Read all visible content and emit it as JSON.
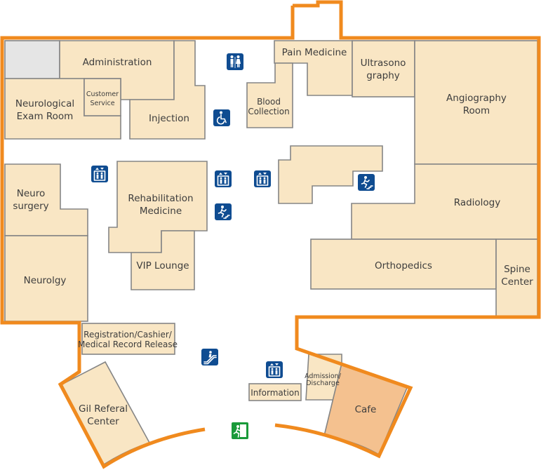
{
  "colors": {
    "outline": "#f08a1e",
    "room": "#f9e6c4",
    "highlight_room": "#f4c18f",
    "unused_room": "#e5e5e5",
    "icon_blue": "#0f4c91",
    "exit_green": "#1a9a3a"
  },
  "rooms": {
    "administration": [
      "Administration"
    ],
    "neurological_exam_room": [
      "Neurological",
      "Exam Room"
    ],
    "customer_service": [
      "Customer",
      "Service"
    ],
    "injection": [
      "Injection"
    ],
    "pain_medicine": [
      "Pain Medicine"
    ],
    "ultrasonography": [
      "Ultrasono",
      "graphy"
    ],
    "blood_collection": [
      "Blood",
      "Collection"
    ],
    "angiography_room": [
      "Angiography",
      "Room"
    ],
    "neurosurgery": [
      "Neuro",
      "surgery"
    ],
    "rehabilitation_medicine": [
      "Rehabilitation",
      "Medicine"
    ],
    "radiology": [
      "Radiology"
    ],
    "vip_lounge": [
      "VIP Lounge"
    ],
    "orthopedics": [
      "Orthopedics"
    ],
    "spine_center": [
      "Spine",
      "Center"
    ],
    "neurology": [
      "Neurolgy"
    ],
    "registration": [
      "Registration/Cashier/",
      "Medical Record Release"
    ],
    "admission_discharge": [
      "Admission/",
      "Discharge"
    ],
    "information": [
      "Information"
    ],
    "cafe": [
      "Cafe"
    ],
    "gil_referral_center": [
      "Gil Referal",
      "Center"
    ]
  },
  "icons": {
    "restroom": "restroom-icon",
    "accessible": "wheelchair-accessible-icon",
    "elevator": "elevator-icon",
    "emergency_stairs": "emergency-stairs-icon",
    "escalator": "escalator-icon",
    "emergency_exit": "emergency-exit-icon"
  }
}
